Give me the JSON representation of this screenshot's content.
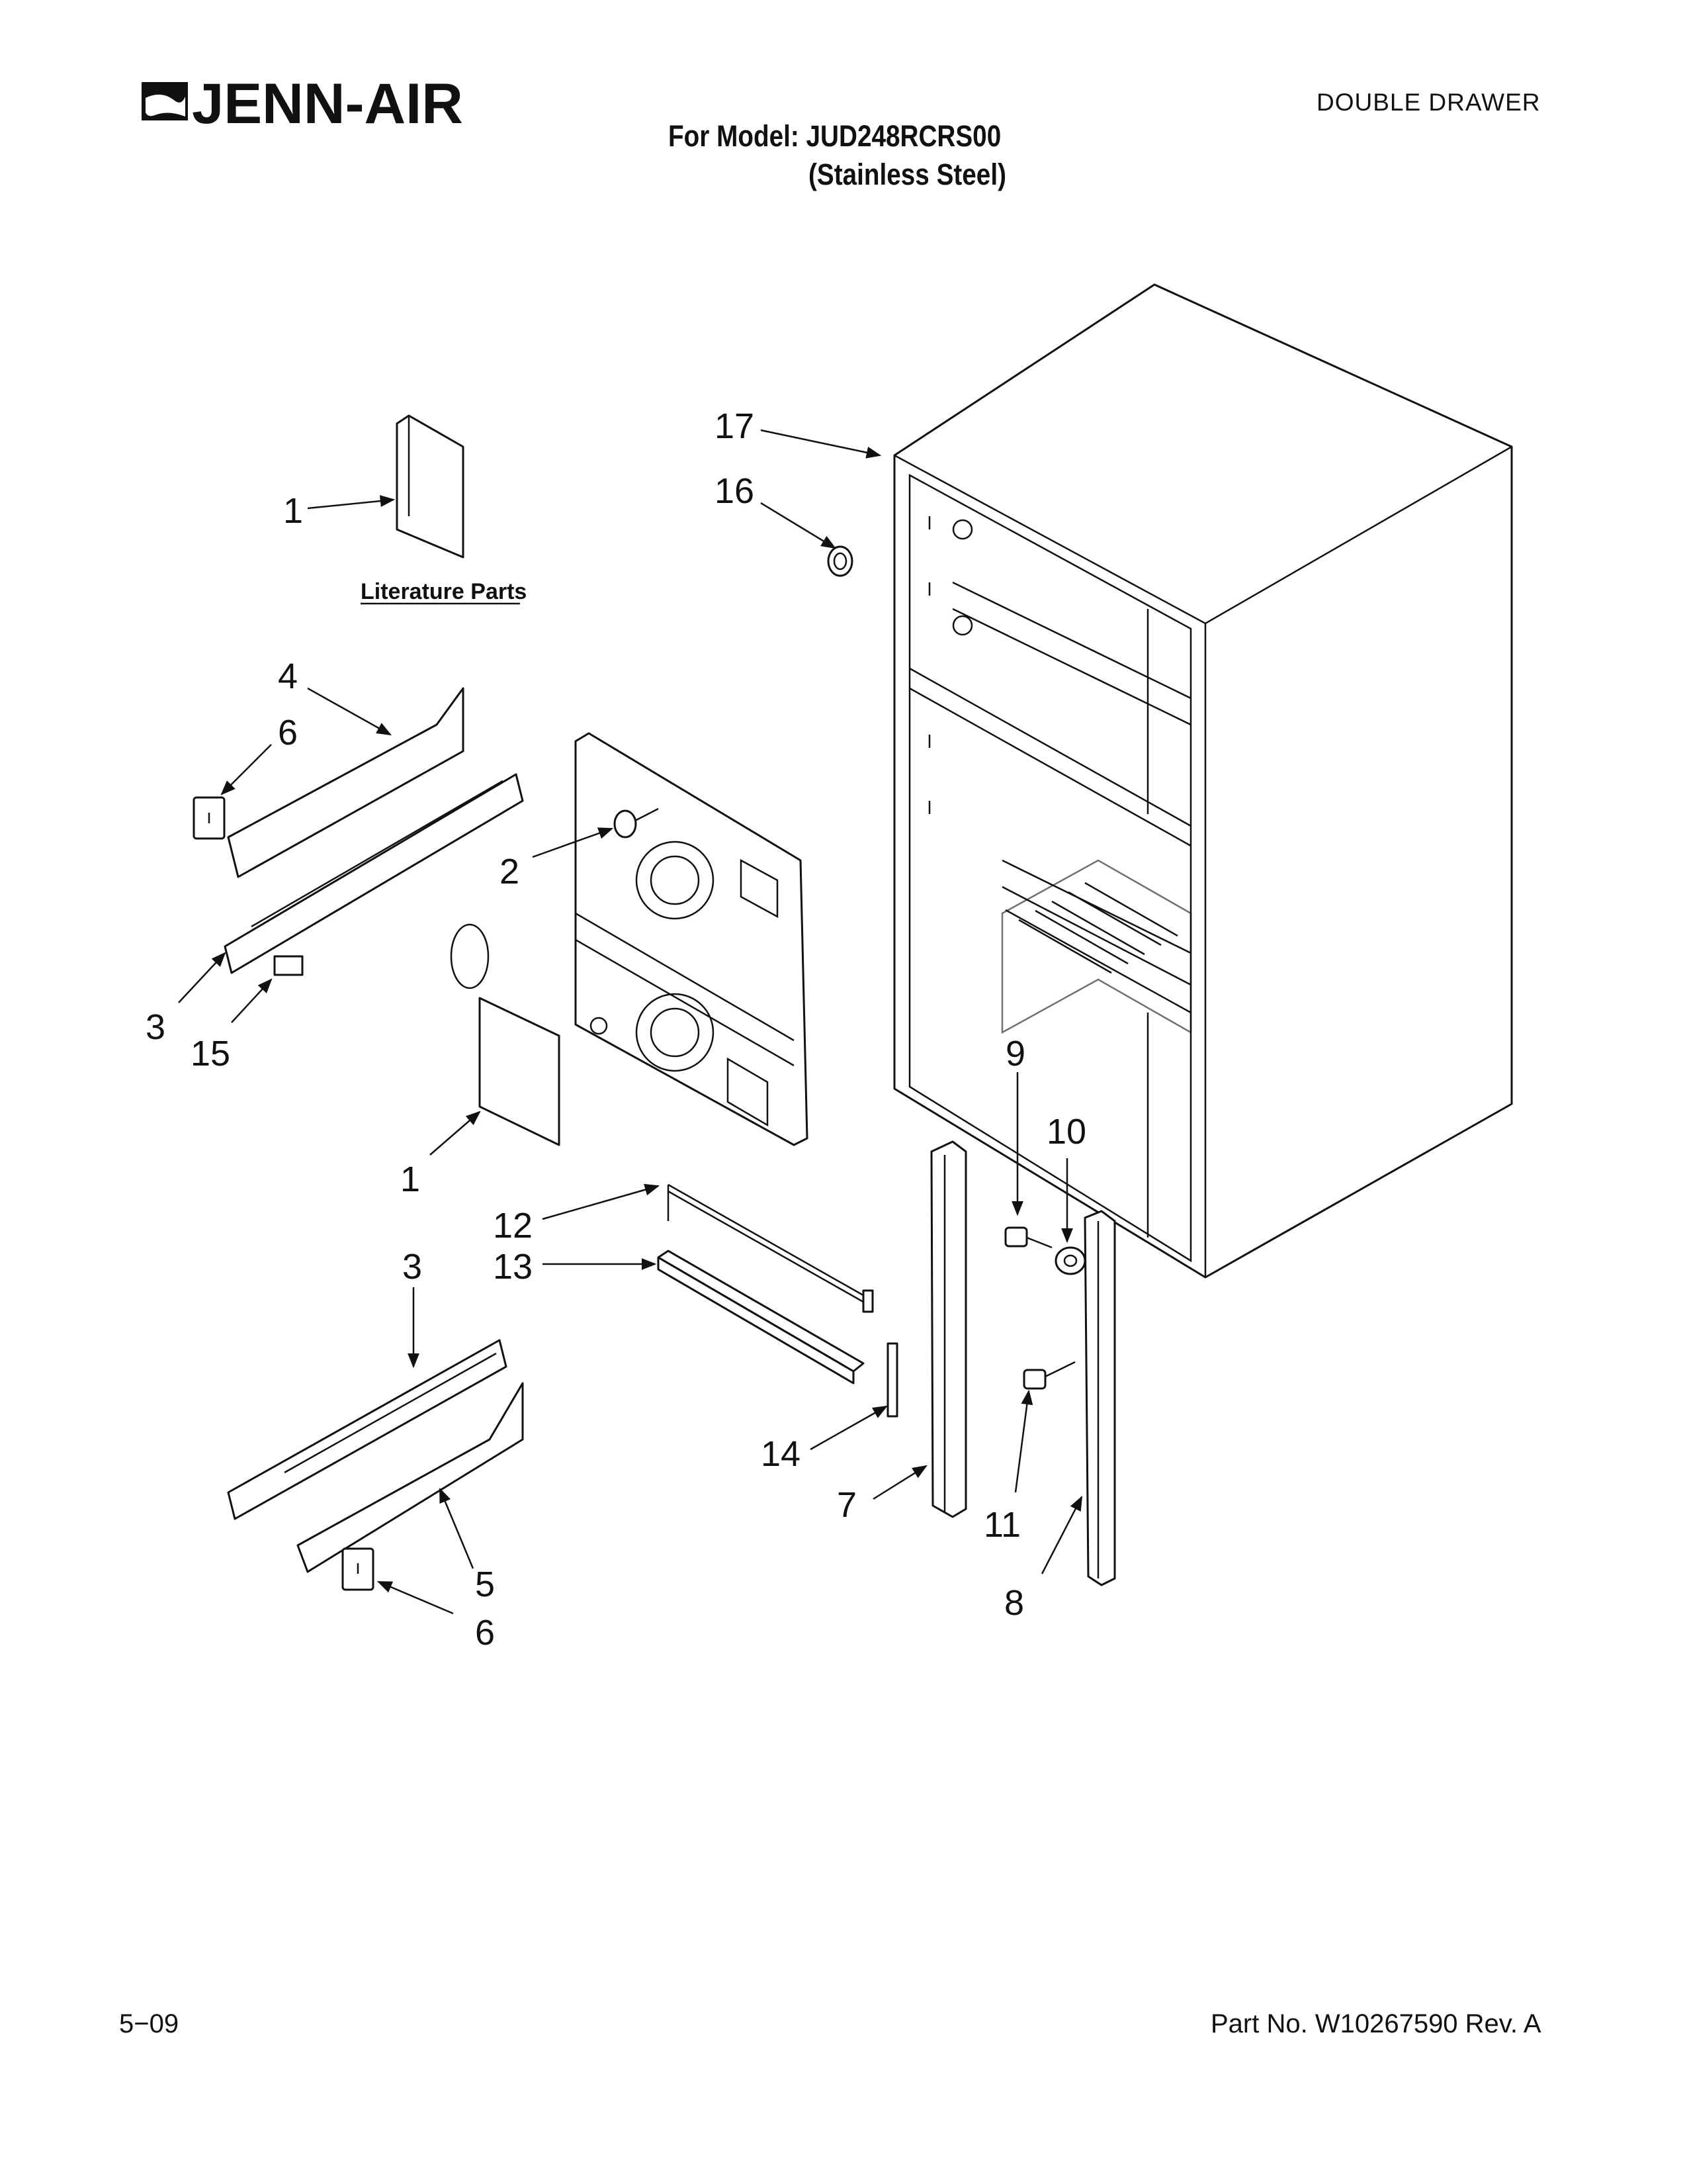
{
  "header": {
    "brand": "JENN-AIR",
    "section_title": "DOUBLE DRAWER",
    "model_line": "For Model: JUD248RCRS00",
    "finish_line": "(Stainless Steel)"
  },
  "diagram": {
    "literature_label": "Literature Parts",
    "callouts": [
      "17",
      "16",
      "1",
      "4",
      "6",
      "2",
      "3",
      "15",
      "1",
      "9",
      "10",
      "12",
      "3",
      "13",
      "14",
      "7",
      "11",
      "5",
      "6",
      "8"
    ]
  },
  "footer": {
    "date": "5−09",
    "part_number": "Part No. W10267590 Rev. A"
  }
}
